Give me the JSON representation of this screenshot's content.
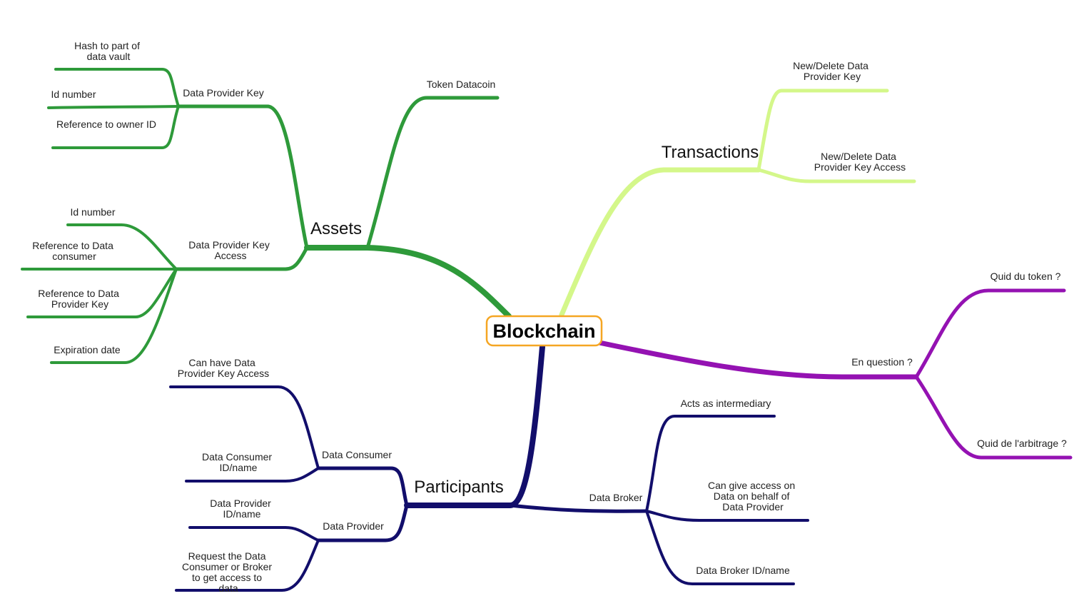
{
  "colors": {
    "assets": "#2e9a3a",
    "transactions": "#d4f78a",
    "participants": "#120e6b",
    "question": "#9412b2",
    "root_border": "#f5a623"
  },
  "root": {
    "label": "Blockchain"
  },
  "assets": {
    "label": "Assets",
    "token": "Token Datacoin",
    "key": {
      "label": "Data Provider Key",
      "hash": [
        "Hash  to  part  of",
        "data  vault"
      ],
      "id": "Id number",
      "owner": "Reference to owner ID"
    },
    "access": {
      "label": [
        "Data  Provider  Key",
        "Access"
      ],
      "id": "Id number",
      "consumer": [
        "Reference  to  Data",
        "consumer"
      ],
      "provider": [
        "Reference  to  Data",
        "Provider  Key"
      ],
      "expiration": "Expiration date"
    }
  },
  "transactions": {
    "label": "Transactions",
    "key": [
      "New/Delete  Data",
      "Provider  Key"
    ],
    "access": [
      "New/Delete  Data",
      "Provider  Key  Access"
    ]
  },
  "question": {
    "label": "En question ?",
    "token": "Quid du token ?",
    "arbitration": "Quid de l'arbitrage ?"
  },
  "participants": {
    "label": "Participants",
    "consumer": {
      "label": "Data Consumer",
      "can_have": [
        "Can  have  Data",
        "Provider  Key  Access"
      ],
      "id": [
        "Data  Consumer",
        "ID/name"
      ]
    },
    "provider": {
      "label": "Data Provider",
      "id": [
        "Data  Provider",
        "ID/name"
      ],
      "request": [
        "Request  the  Data",
        "Consumer  or  Broker",
        "to  get  access  to",
        "data"
      ]
    },
    "broker": {
      "label": "Data Broker",
      "intermediary": "Acts as intermediary",
      "give_access": [
        "Can  give  access  on",
        "Data  on  behalf  of",
        "Data  Provider"
      ],
      "id": "Data Broker ID/name"
    }
  }
}
